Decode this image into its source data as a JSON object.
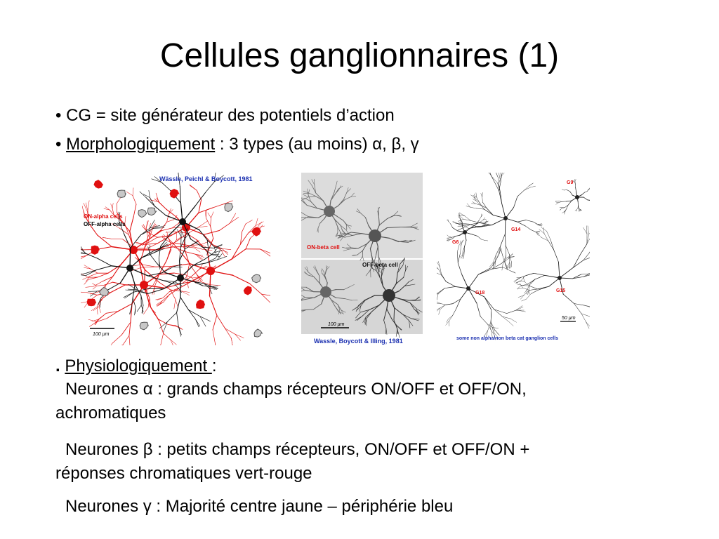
{
  "title": "Cellules ganglionnaires (1)",
  "bullets": [
    {
      "marker": "•",
      "text": "CG = site générateur des potentiels d’action"
    },
    {
      "marker": "•",
      "underlined": "Morphologiquement",
      "rest": " : 3 types (au moins) α, β, γ"
    }
  ],
  "figures": {
    "alpha": {
      "citation": "Wässle, Peichl & Boycott, 1981",
      "legend_on": "ON-alpha cells",
      "legend_off": "OFF-alpha cells",
      "scale": "100 µm",
      "colors": {
        "on": "#e01010",
        "off": "#111111",
        "citation": "#1a2fb0"
      }
    },
    "beta": {
      "label_on": "ON-beta cell",
      "label_off": "OFF-beta cell",
      "scale": "100 µm",
      "citation": "Wassle, Boycott & Illing, 1981",
      "colors": {
        "on_label": "#e01010",
        "citation": "#1a2fb0"
      }
    },
    "other": {
      "labels": [
        "G9",
        "G14",
        "G6",
        "G18",
        "G15"
      ],
      "scale": "50 µm",
      "caption": "some non alpha/non beta cat ganglion cells",
      "colors": {
        "label": "#e01010",
        "caption": "#1a2fb0"
      }
    }
  },
  "physio": {
    "dot": ".",
    "heading": "Physiologiquement ",
    "colon": ":",
    "alpha_line1": "Neurones α : grands champs récepteurs ON/OFF et OFF/ON,",
    "alpha_line2": "achromatiques",
    "beta_line1": "Neurones β : petits champs récepteurs, ON/OFF et OFF/ON +",
    "beta_line2": "réponses chromatiques vert-rouge",
    "gamma_line": "Neurones γ : Majorité centre jaune – périphérie bleu"
  }
}
